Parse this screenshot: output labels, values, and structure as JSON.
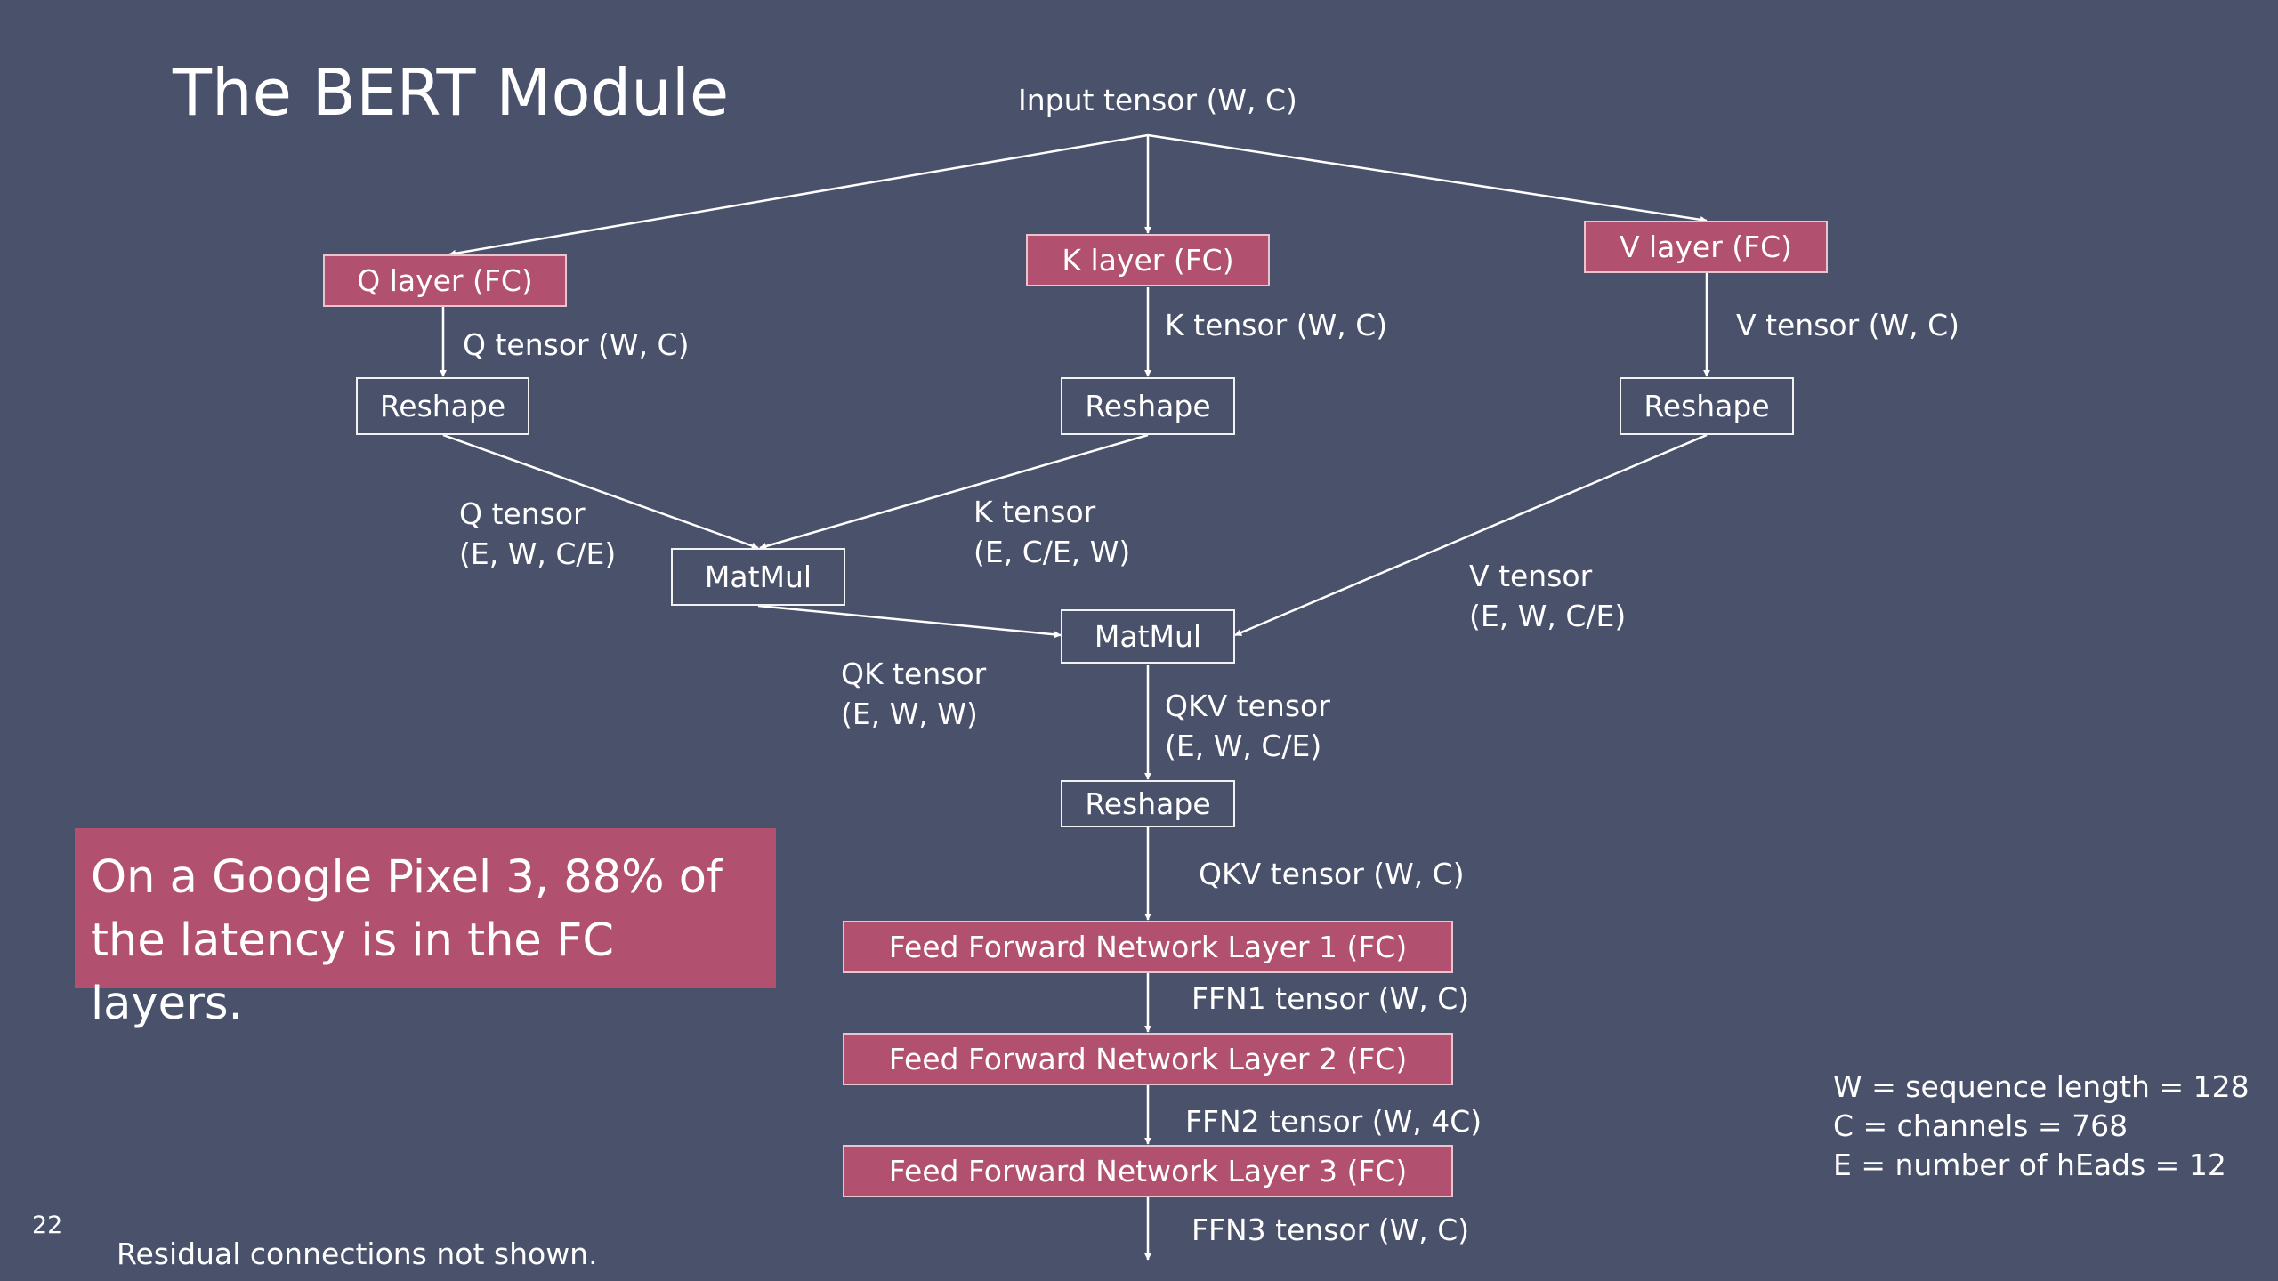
{
  "slide": {
    "title": "The BERT Module",
    "page_number": "22",
    "footnote": "Residual connections not shown.",
    "callout": "On a Google Pixel 3, 88% of the latency is in the FC layers.",
    "legend": [
      "W = sequence length = 128",
      "C = channels = 768",
      "E = number of hEads = 12"
    ],
    "colors": {
      "background": "#4a516b",
      "fc_layer_fill": "#b2506f",
      "line": "#ffffff"
    }
  },
  "diagram": {
    "input_label": "Input tensor (W, C)",
    "nodes": {
      "q_layer": "Q layer (FC)",
      "k_layer": "K layer (FC)",
      "v_layer": "V layer (FC)",
      "q_reshape": "Reshape",
      "k_reshape": "Reshape",
      "v_reshape": "Reshape",
      "matmul_qk": "MatMul",
      "matmul_qkv": "MatMul",
      "reshape_qkv": "Reshape",
      "ffn1": "Feed Forward Network Layer 1 (FC)",
      "ffn2": "Feed Forward Network Layer 2 (FC)",
      "ffn3": "Feed Forward Network Layer 3 (FC)"
    },
    "edge_labels": {
      "q_tensor_wc": "Q tensor (W, C)",
      "k_tensor_wc": "K tensor (W, C)",
      "v_tensor_wc": "V tensor (W, C)",
      "q_tensor_ewc": "Q tensor\n(E, W, C/E)",
      "k_tensor_ecw": "K tensor\n(E, C/E, W)",
      "v_tensor_ewc": "V tensor\n(E, W, C/E)",
      "qk_tensor": "QK tensor\n(E, W, W)",
      "qkv_tensor_ewc": "QKV tensor\n(E, W, C/E)",
      "qkv_tensor_wc": "QKV tensor (W, C)",
      "ffn1_tensor": "FFN1 tensor (W, C)",
      "ffn2_tensor": "FFN2 tensor (W, 4C)",
      "ffn3_tensor": "FFN3 tensor (W, C)"
    }
  }
}
